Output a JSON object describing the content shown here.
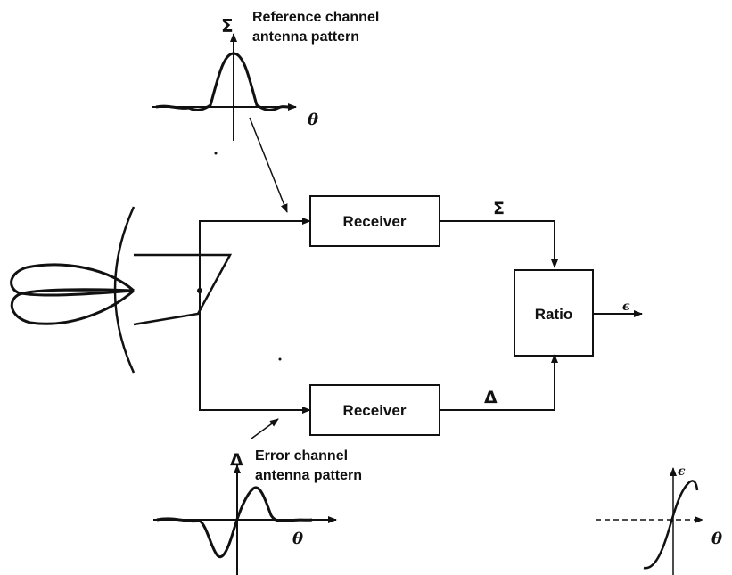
{
  "labels": {
    "reference_caption_line1": "Reference channel",
    "reference_caption_line2": "antenna pattern",
    "error_caption_line1": "Error channel",
    "error_caption_line2": "antenna pattern",
    "sum_symbol": "Σ",
    "delta_symbol": "Δ",
    "theta": "θ",
    "receiver_top": "Receiver",
    "receiver_bottom": "Receiver",
    "ratio": "Ratio",
    "epsilon": "ϵ"
  }
}
